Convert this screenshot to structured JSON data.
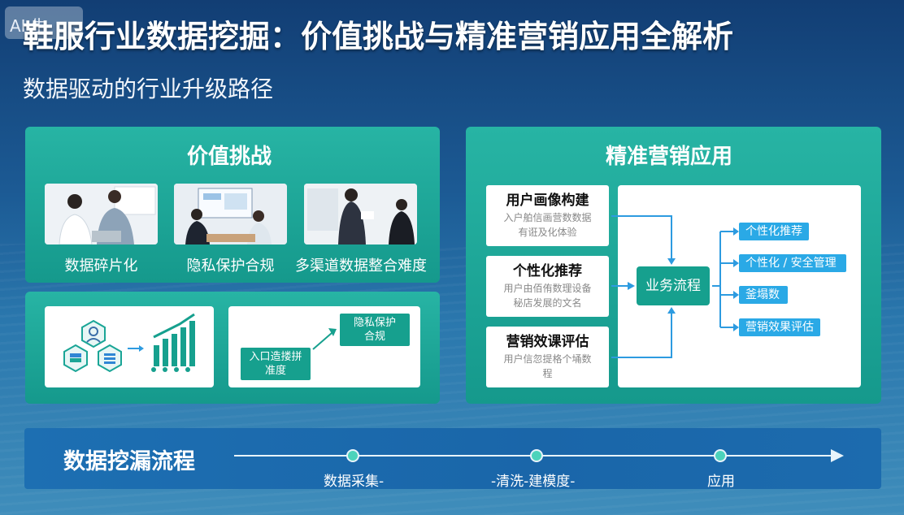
{
  "header": {
    "logo_text": "AI 生",
    "title": "鞋服行业数据挖掘：价值挑战与精准营销应用全解析",
    "subtitle": "数据驱动的行业升级路径"
  },
  "value_panel": {
    "title": "价值挑战",
    "items": [
      {
        "label": "数据碎片化"
      },
      {
        "label": "隐私保护合规"
      },
      {
        "label": "多渠道数据整合难度"
      }
    ],
    "diagram": {
      "start_label": "入口造搂拼\n准度",
      "end_label": "隐私保护\n合规"
    }
  },
  "marketing_panel": {
    "title": "精准营销应用",
    "cards": [
      {
        "title": "用户画像构建",
        "text": "入户舶信画营数数据\n有诳及化体验"
      },
      {
        "title": "个性化推荐",
        "text": "用户由佰侑数理设备\n秘店发展的文名"
      },
      {
        "title": "营销效课评估",
        "text": "用户信忽提格个埇数\n程"
      }
    ],
    "flow_label": "业务流程",
    "outputs": [
      "个性化推荐",
      "个性化 / 安全管理",
      "釜塌数",
      "营销效果评估"
    ]
  },
  "process": {
    "title": "数据挖漏流程",
    "steps": [
      "数据采集-",
      "-清洗-建模度-",
      "应用"
    ]
  },
  "colors": {
    "teal_panel": "#1aa596",
    "teal_label": "#16a08e",
    "blue_output": "#2aa9e6",
    "flow_line": "#2d9be0"
  }
}
